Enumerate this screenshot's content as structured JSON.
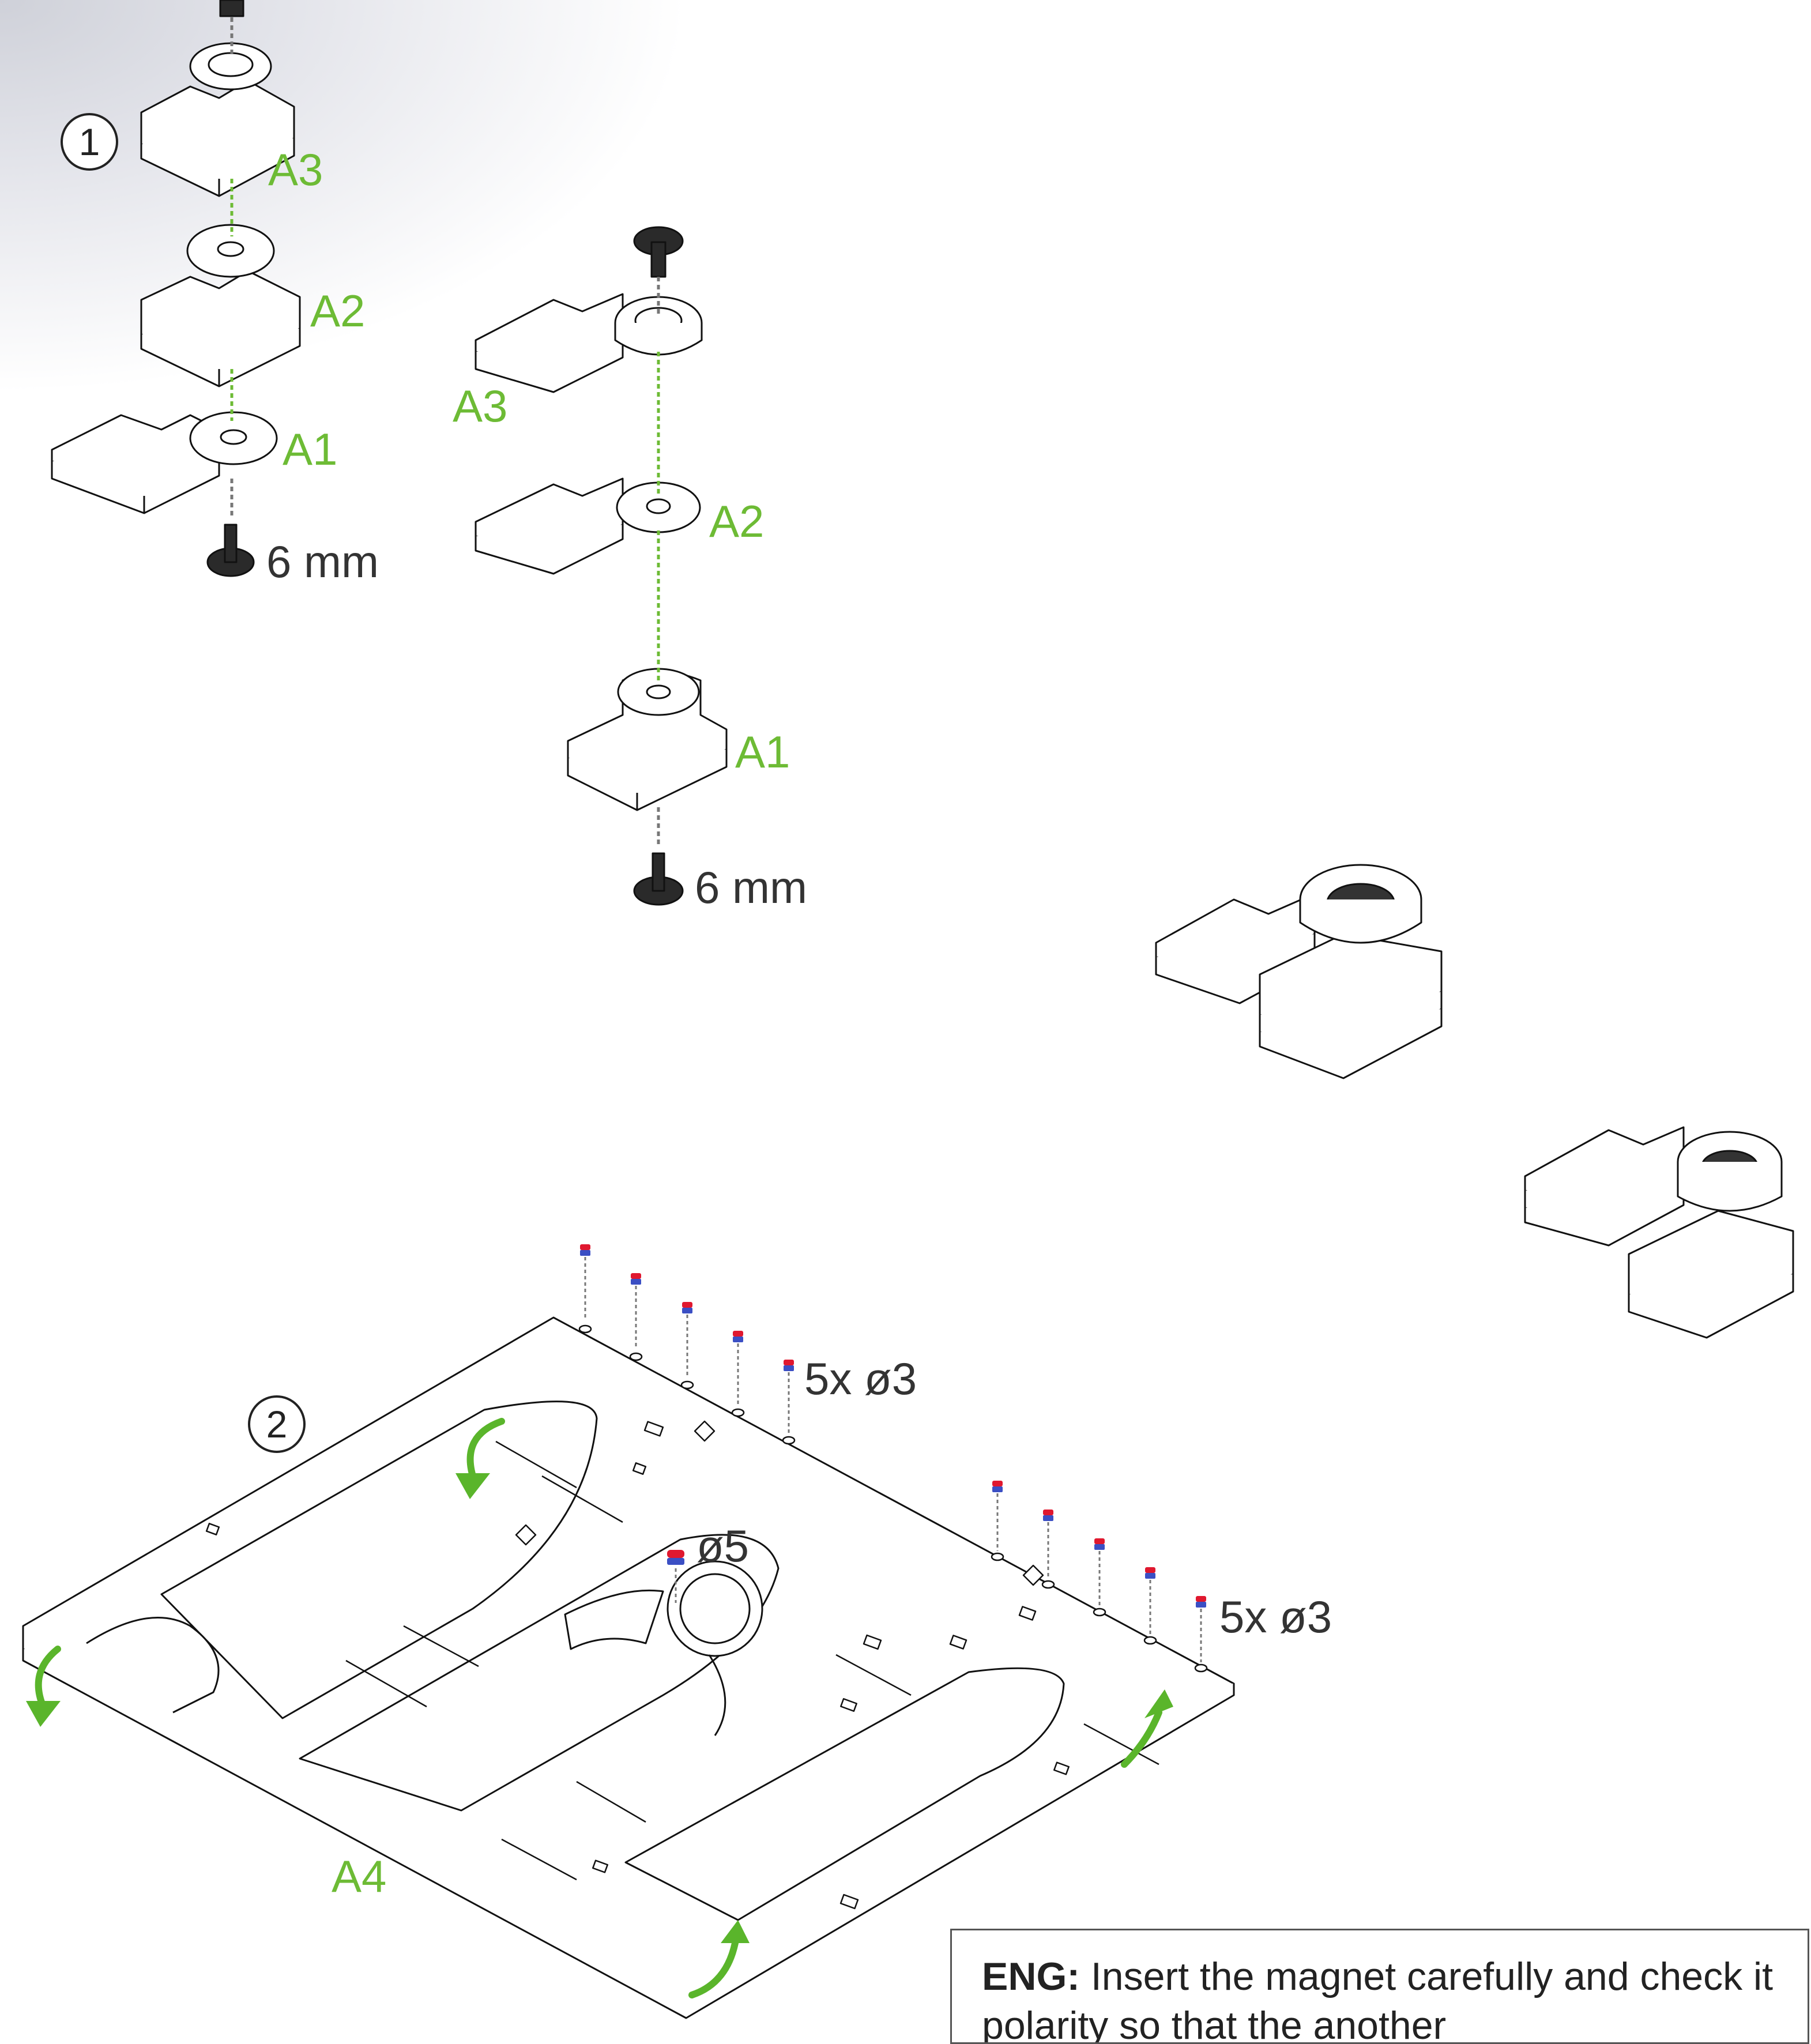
{
  "step1": {
    "number": "1",
    "left_stack": {
      "parts": [
        "A3",
        "A2",
        "A1"
      ],
      "screw": "6 mm"
    },
    "right_stack": {
      "parts": [
        "A3",
        "A2",
        "A1"
      ],
      "screw": "6 mm"
    }
  },
  "step2": {
    "number": "2",
    "base_part": "A4",
    "magnet_rows": [
      "5x ø3",
      "5x ø3"
    ],
    "center_magnet": "ø5"
  },
  "note": {
    "lang": "ENG:",
    "text": "Insert the magnet carefully and check it polarity so that the another"
  },
  "colors": {
    "label_green": "#6dbb35",
    "arrow_green": "#5ab52b",
    "magnet_red": "#e0182f",
    "magnet_blue": "#3b4fc4",
    "screw_dark": "#2a2a2a"
  }
}
